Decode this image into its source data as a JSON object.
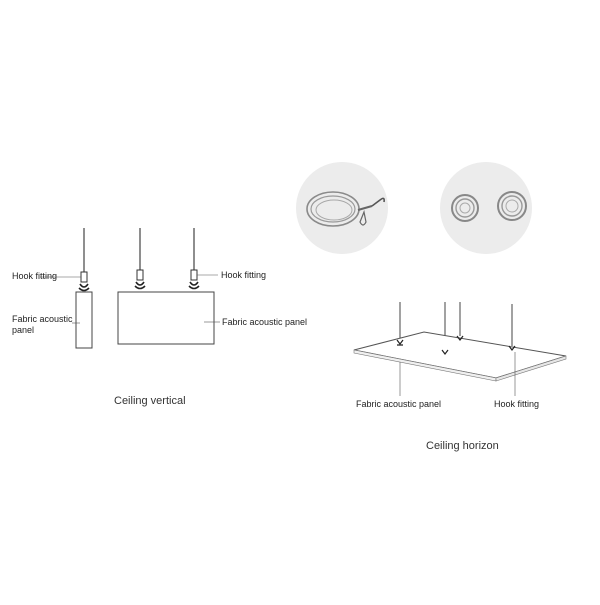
{
  "left": {
    "hook_label_1": "Hook fitting",
    "panel_label_1": "Fabric acoustic panel",
    "hook_label_2": "Hook fitting",
    "panel_label_2": "Fabric acoustic panel",
    "caption": "Ceiling vertical"
  },
  "right": {
    "panel_label": "Fabric acoustic panel",
    "hook_label": "Hook fitting",
    "caption": "Ceiling horizon"
  },
  "colors": {
    "line": "#444444",
    "photo_bg": "#ececec",
    "wire": "#8a8a8a"
  }
}
